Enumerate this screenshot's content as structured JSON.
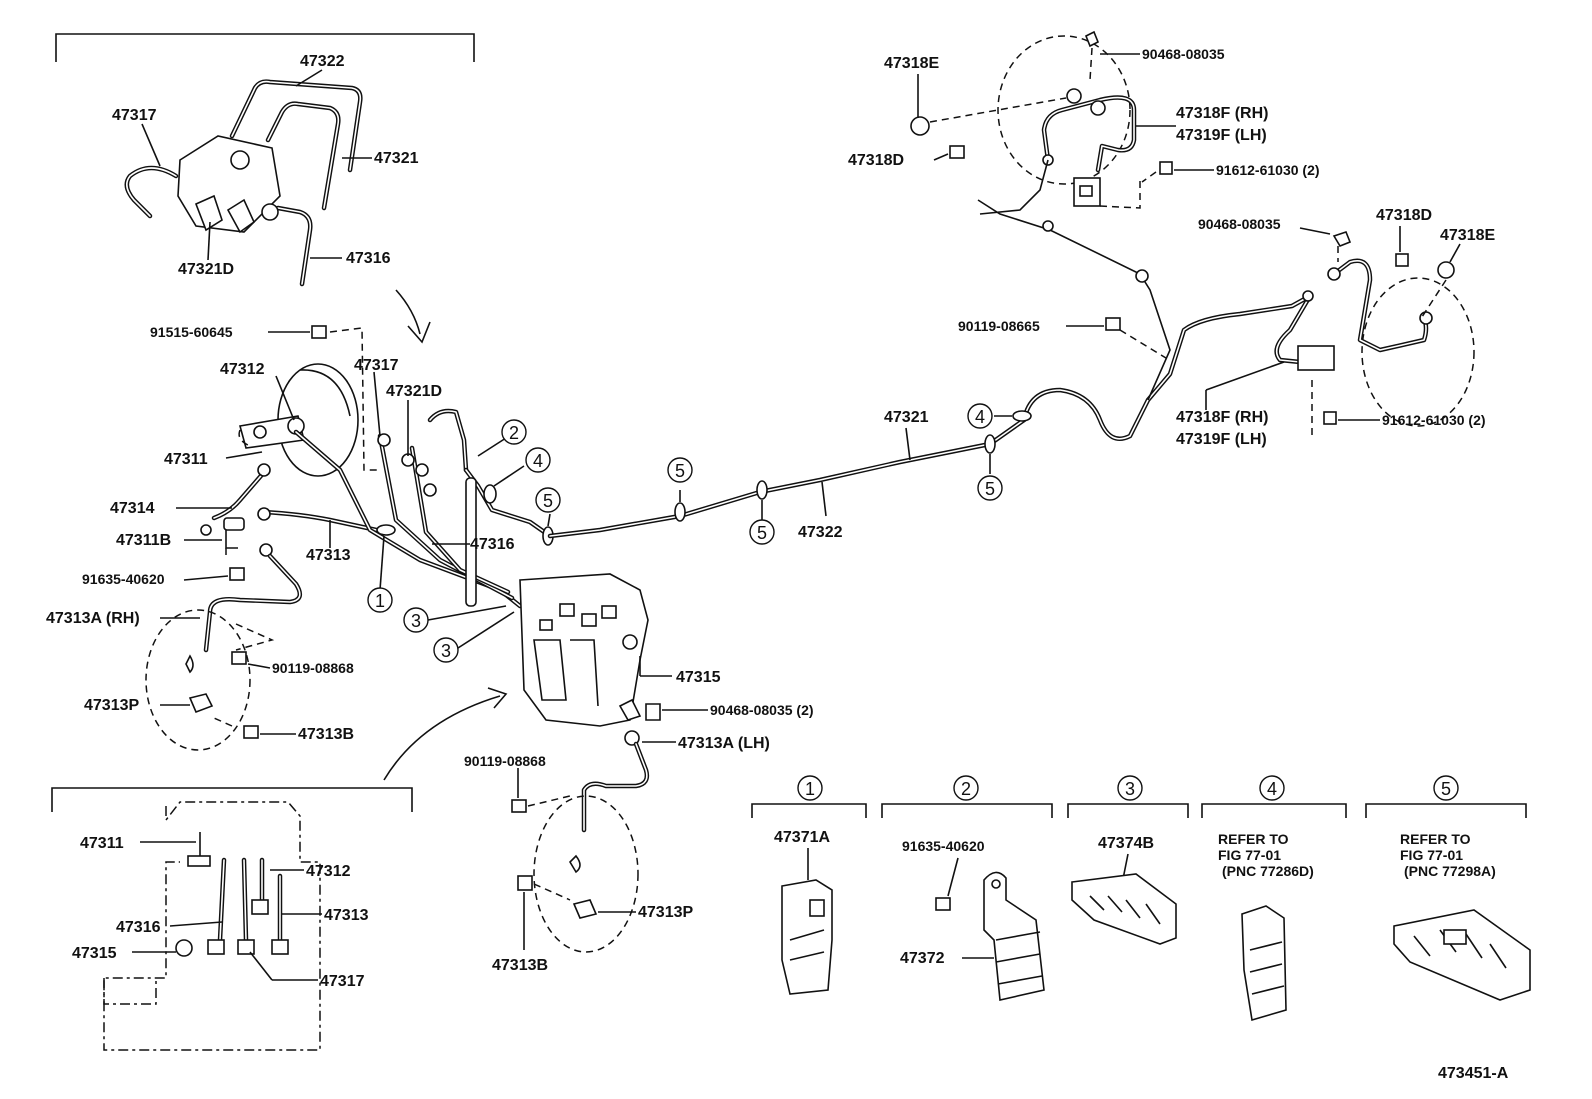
{
  "labels": {
    "p47322_top": "47322",
    "p47317_top": "47317",
    "p47321_top": "47321",
    "p47321D_top": "47321D",
    "p47316_top": "47316",
    "p91515": "91515-60645",
    "p47312": "47312",
    "p47311": "47311",
    "p47314": "47314",
    "p47311B": "47311B",
    "p47313": "47313",
    "p91635_left": "91635-40620",
    "p47313A_RH": "47313A (RH)",
    "p90119_08868_left": "90119-08868",
    "p47313P_left": "47313P",
    "p47313B_left": "47313B",
    "p47317_mid": "47317",
    "p47321D_mid": "47321D",
    "p47316_mid": "47316",
    "p47315_mid": "47315",
    "p90468_mid": "90468-08035 (2)",
    "p47313A_LH": "47313A (LH)",
    "p90119_08868_mid": "90119-08868",
    "p47313P_mid": "47313P",
    "p47313B_mid": "47313B",
    "p47321_main": "47321",
    "p47322_main": "47322",
    "p90468_top": "90468-08035",
    "p47318E_top": "47318E",
    "p47318F_RH_top": "47318F (RH)",
    "p47319F_LH_top": "47319F (LH)",
    "p47318D_top": "47318D",
    "p91612_top": "91612-61030 (2)",
    "p90468_right": "90468-08035",
    "p47318D_right": "47318D",
    "p47318E_right": "47318E",
    "p90119_08665": "90119-08665",
    "p47318F_RH_right": "47318F (RH)",
    "p47319F_LH_right": "47319F (LH)",
    "p91612_right": "91612-61030 (2)",
    "inset_47311": "47311",
    "inset_47312": "47312",
    "inset_47316": "47316",
    "inset_47313": "47313",
    "inset_47315": "47315",
    "inset_47317": "47317",
    "clamp1_part": "47371A",
    "clamp2_bolt": "91635-40620",
    "clamp2_part": "47372",
    "clamp3_part": "47374B",
    "clamp4_ref1": "REFER TO",
    "clamp4_ref2": "FIG 77-01",
    "clamp4_ref3": "(PNC 77286D)",
    "clamp5_ref1": "REFER TO",
    "clamp5_ref2": "FIG 77-01",
    "clamp5_ref3": "(PNC 77298A)",
    "figure_id": "473451-A"
  },
  "callouts": {
    "c1": "1",
    "c2": "2",
    "c3": "3",
    "c4": "4",
    "c5": "5"
  }
}
